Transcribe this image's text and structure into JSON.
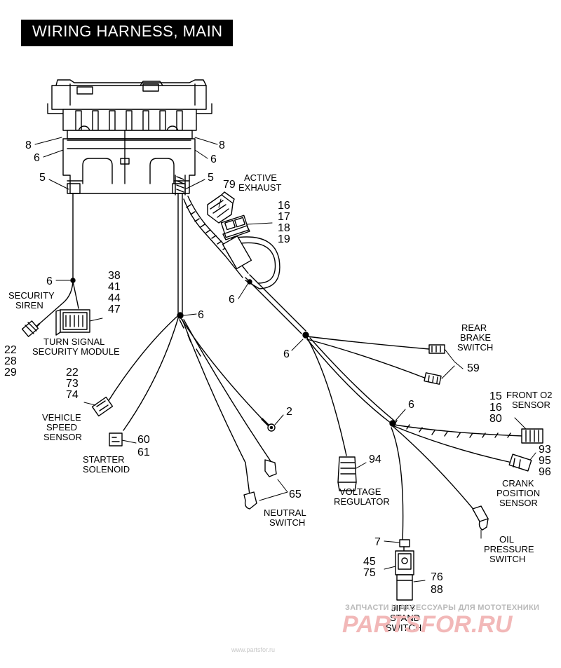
{
  "title": "WIRING HARNESS, MAIN",
  "labels": {
    "active_exhaust": [
      "ACTIVE",
      "EXHAUST"
    ],
    "security_siren": [
      "SECURITY",
      "SIREN"
    ],
    "turn_signal_security_module": [
      "TURN SIGNAL",
      "SECURITY MODULE"
    ],
    "vehicle_speed_sensor": [
      "VEHICLE",
      "SPEED",
      "SENSOR"
    ],
    "starter_solenoid": [
      "STARTER",
      "SOLENOID"
    ],
    "neutral_switch": [
      "NEUTRAL",
      "SWITCH"
    ],
    "voltage_regulator": [
      "VOLTAGE",
      "REGULATOR"
    ],
    "rear_brake_switch": [
      "REAR",
      "BRAKE",
      "SWITCH"
    ],
    "front_o2_sensor": [
      "FRONT O2",
      "SENSOR"
    ],
    "crank_position_sensor": [
      "CRANK",
      "POSITION",
      "SENSOR"
    ],
    "oil_pressure_switch": [
      "OIL",
      "PRESSURE",
      "SWITCH"
    ],
    "jiffy_stand_switch": [
      "JIFFY",
      "STAND",
      "SWITCH"
    ]
  },
  "callouts": {
    "left_8": "8",
    "left_6": "6",
    "left_5": "5",
    "right_8": "8",
    "right_6": "6",
    "right_5": "5",
    "active_exhaust": "79",
    "connector_group": [
      "16",
      "17",
      "18",
      "19"
    ],
    "loom_6": "6",
    "siren_6": "6",
    "module_group": [
      "38",
      "41",
      "44",
      "47"
    ],
    "siren_group": [
      "22",
      "28",
      "29"
    ],
    "branch_6": "6",
    "vss_group": [
      "22",
      "73",
      "74"
    ],
    "starter_group": [
      "60",
      "61"
    ],
    "ground_ring": "2",
    "neutral_switch": "65",
    "rear_branch_6": "6",
    "rear_brake_switch": "59",
    "front_branch_6": "6",
    "front_o2_group": [
      "15",
      "16",
      "80"
    ],
    "voltage_regulator": "94",
    "crank_group": [
      "93",
      "95",
      "96"
    ],
    "jiffy_clip": "7",
    "jiffy_group_left": [
      "45",
      "75"
    ],
    "jiffy_group_right": [
      "76",
      "88"
    ]
  },
  "watermark": {
    "tagline": "ЗАПЧАСТИ И АКСЕССУАРЫ ДЛЯ МОТОТЕХНИКИ",
    "brand": "PARTSFOR.RU",
    "footer": "www.partsfor.ru"
  }
}
